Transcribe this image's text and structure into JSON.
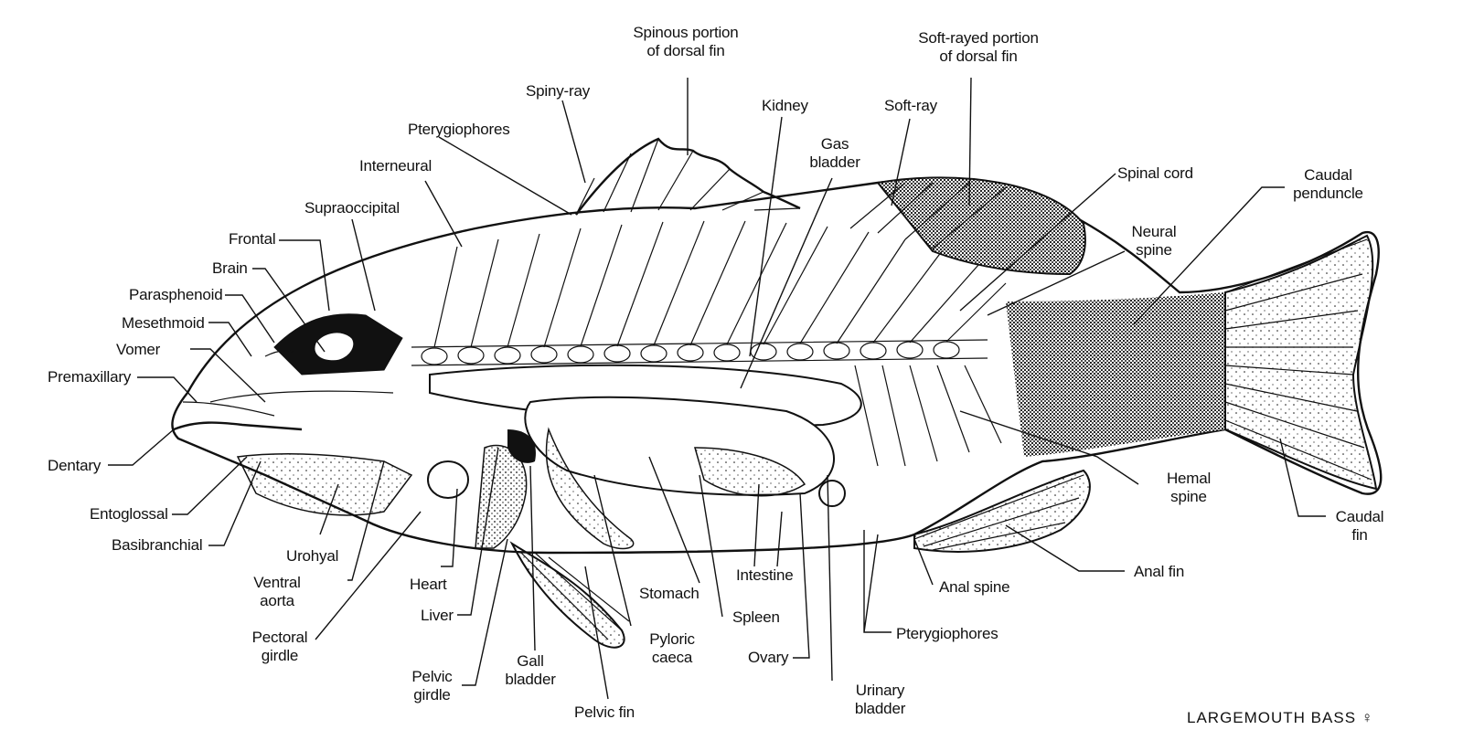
{
  "labels": {
    "spinous_dorsal": [
      "Spinous portion",
      "of dorsal fin"
    ],
    "soft_dorsal": [
      "Soft-rayed portion",
      "of dorsal fin"
    ],
    "spiny_ray": "Spiny-ray",
    "kidney": "Kidney",
    "soft_ray": "Soft-ray",
    "pterygiophores_top": "Pterygiophores",
    "gas_bladder": [
      "Gas",
      "bladder"
    ],
    "spinal_cord": "Spinal cord",
    "caudal_peduncle": [
      "Caudal",
      "penduncle"
    ],
    "interneural": "Interneural",
    "supraoccipital": "Supraoccipital",
    "neural_spine": [
      "Neural",
      "spine"
    ],
    "frontal": "Frontal",
    "brain": "Brain",
    "parasphenoid": "Parasphenoid",
    "mesethmoid": "Mesethmoid",
    "vomer": "Vomer",
    "premaxillary": "Premaxillary",
    "dentary": "Dentary",
    "entoglossal": "Entoglossal",
    "basibranchial": "Basibranchial",
    "hemal_spine": [
      "Hemal",
      "spine"
    ],
    "caudal_fin": [
      "Caudal",
      "fin"
    ],
    "anal_fin": "Anal fin",
    "urohyal": "Urohyal",
    "ventral_aorta": [
      "Ventral",
      "aorta"
    ],
    "heart": "Heart",
    "stomach": "Stomach",
    "intestine": "Intestine",
    "anal_spine": "Anal spine",
    "liver": "Liver",
    "spleen": "Spleen",
    "pectoral_girdle": [
      "Pectoral",
      "girdle"
    ],
    "pyloric_caeca": [
      "Pyloric",
      "caeca"
    ],
    "pterygiophores_bottom": "Pterygiophores",
    "ovary": "Ovary",
    "gall_bladder": [
      "Gall",
      "bladder"
    ],
    "pelvic_girdle": [
      "Pelvic",
      "girdle"
    ],
    "urinary_bladder": [
      "Urinary",
      "bladder"
    ],
    "pelvic_fin": "Pelvic fin"
  },
  "caption": "LARGEMOUTH BASS  ♀"
}
